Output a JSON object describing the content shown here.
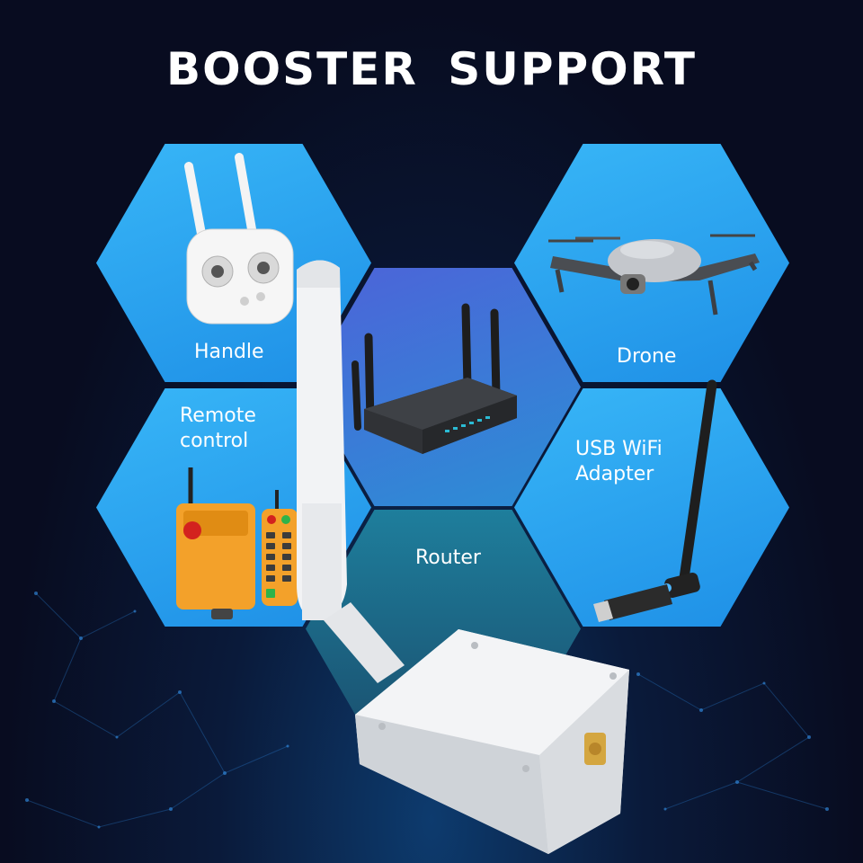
{
  "title": "BOOSTER SUPPORT",
  "devices": {
    "handle": "Handle",
    "drone": "Drone",
    "remote_control": "Remote\ncontrol",
    "usb_wifi_adapter": "USB WiFi\nAdapter",
    "router": "Router"
  },
  "colors": {
    "background": "#080c20",
    "hex_blue": "#2aa6f0",
    "hex_router_top": "#3c6bd6",
    "hex_router_bottom": "#1b6f8a",
    "text": "#ffffff"
  },
  "icons": {
    "handle": "rc-controller-icon",
    "drone": "drone-icon",
    "remote_control": "industrial-remote-icon",
    "usb_wifi_adapter": "usb-wifi-adapter-icon",
    "router": "router-icon",
    "booster": "signal-booster-icon"
  }
}
